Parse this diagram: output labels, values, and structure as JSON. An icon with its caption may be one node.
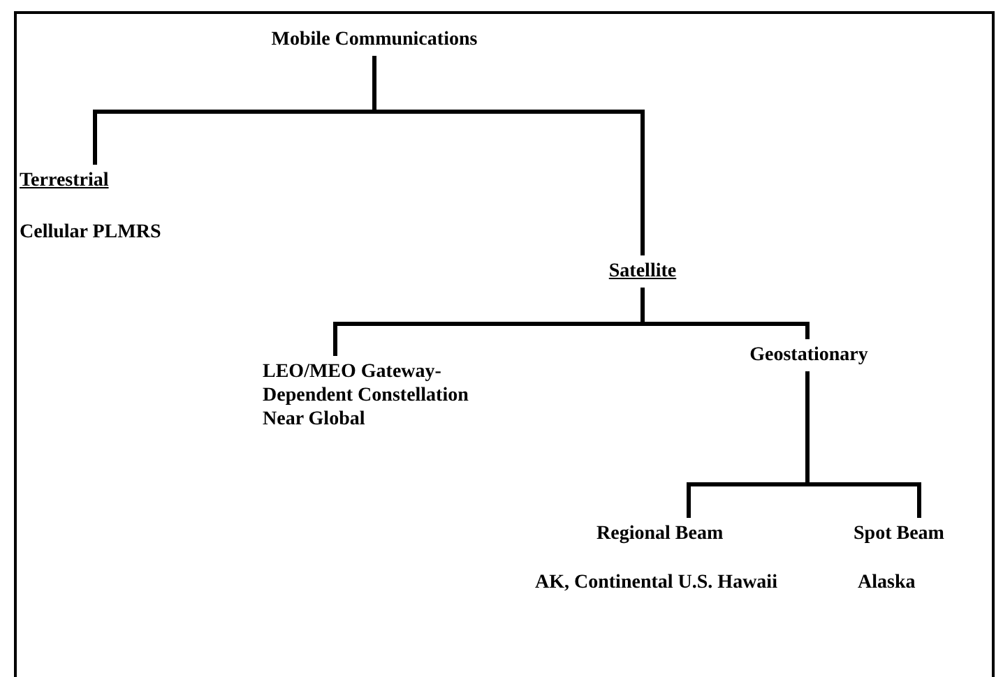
{
  "diagram": {
    "nodes": [
      {
        "text": [
          "Mobile Communications"
        ]
      },
      {
        "text": [
          "Terrestrial",
          "Cellular PLMRS"
        ]
      },
      {
        "text": [
          "Satellite"
        ]
      },
      {
        "text": [
          "LEO/MEO Gateway-Dependent Constellation Near Global"
        ]
      },
      {
        "text": [
          "Geostationary"
        ]
      },
      {
        "text": [
          "Regional Beam",
          "AK, Continental U.S. Hawaii"
        ]
      },
      {
        "text": [
          "Spot Beam",
          "Alaska"
        ]
      }
    ],
    "edges": [
      {
        "from": 0,
        "to": 1,
        "arrow": "none"
      },
      {
        "from": 0,
        "to": 2,
        "arrow": "none"
      },
      {
        "from": 2,
        "to": 3,
        "arrow": "none"
      },
      {
        "from": 2,
        "to": 4,
        "arrow": "none"
      },
      {
        "from": 4,
        "to": 5,
        "arrow": "none"
      },
      {
        "from": 4,
        "to": 6,
        "arrow": "none"
      }
    ]
  }
}
